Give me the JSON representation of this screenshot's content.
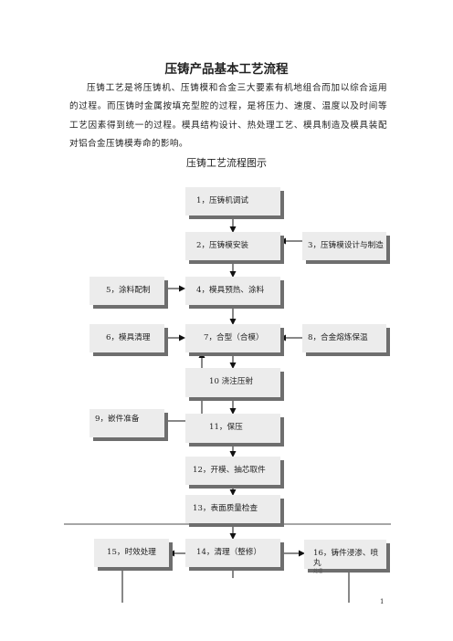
{
  "doc": {
    "title": "压铸产品基本工艺流程",
    "intro": "压铸工艺是将压铸机、压铸模和合金三大要素有机地组合而加以综合运用的过程。而压铸时金属按填充型腔的过程，是将压力、速度、温度以及时间等工艺因素得到统一的过程。模具结构设计、热处理工艺、模具制造及模具装配对铝合金压铸模寿命的影响。",
    "diagram_title": "压铸工艺流程图示",
    "page_number": "1"
  },
  "flow": {
    "nodes": [
      {
        "id": "n1",
        "label": "1，压铸机调试"
      },
      {
        "id": "n2",
        "label": "2，压铸模安装"
      },
      {
        "id": "n3",
        "label": "3，压铸模设计与制造"
      },
      {
        "id": "n4",
        "label": "4，模具预热、涂料"
      },
      {
        "id": "n5",
        "label": "5，涂料配制"
      },
      {
        "id": "n6",
        "label": "6，模具清理"
      },
      {
        "id": "n7",
        "label": "7，合型（合模）"
      },
      {
        "id": "n8",
        "label": "8，合金熔炼保温"
      },
      {
        "id": "n9",
        "label": "9，嵌件准备"
      },
      {
        "id": "n10",
        "label": "10 浇注压射"
      },
      {
        "id": "n11",
        "label": "11，保压"
      },
      {
        "id": "n12",
        "label": "12，开模、抽芯取件"
      },
      {
        "id": "n13",
        "label": "13，表面质量检查"
      },
      {
        "id": "n14",
        "label": "14，清理（整修）"
      },
      {
        "id": "n15",
        "label": "15，时效处理"
      },
      {
        "id": "n16",
        "label": "16，铸件浸渗、喷丸",
        "note": "处理"
      }
    ]
  }
}
